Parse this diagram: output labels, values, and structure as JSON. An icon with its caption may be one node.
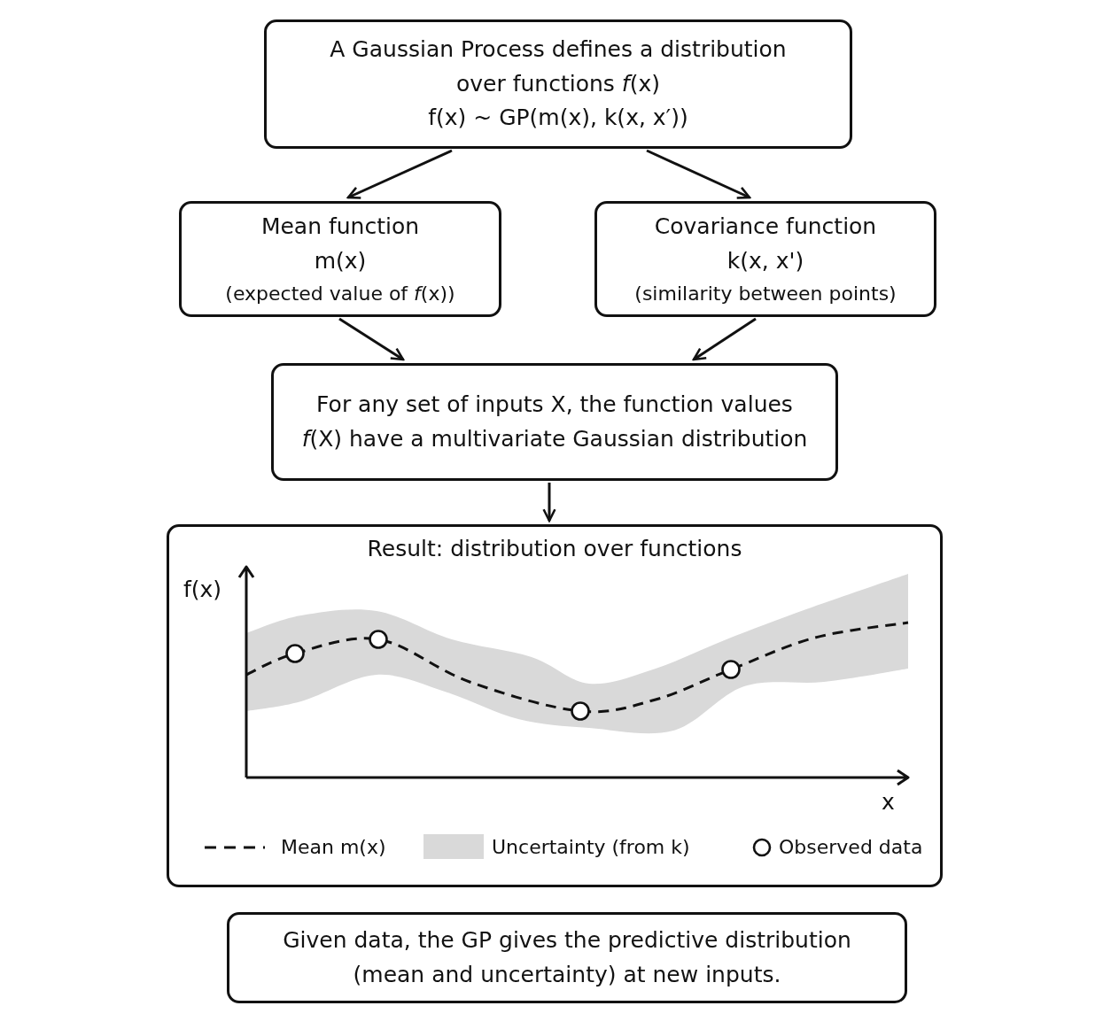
{
  "diagram": {
    "nodes": [
      {
        "text": [
          "A Gaussian Process defines a distribution over functions *f*(x)",
          "f(x) ~ GP(m(x), k(x, x′))"
        ]
      },
      {
        "text": [
          "Mean function",
          "m(x)",
          "(expected value of *f*(x))"
        ]
      },
      {
        "text": [
          "Covariance function",
          "k(x, x')",
          "(similarity between points)"
        ]
      },
      {
        "text": [
          "For any set of inputs X, the function values *f*(X) have a multivariate Gaussian distribution"
        ]
      },
      {
        "text": [
          "Result: distribution over functions"
        ]
      },
      {
        "text": [
          "Given data, the GP gives the predictive distribution (mean and uncertainty) at new inputs."
        ]
      }
    ],
    "edges": [
      {
        "from": 0,
        "to": 1,
        "arrow": "to"
      },
      {
        "from": 0,
        "to": 2,
        "arrow": "to"
      },
      {
        "from": 1,
        "to": 3,
        "arrow": "to"
      },
      {
        "from": 2,
        "to": 3,
        "arrow": "to"
      },
      {
        "from": 3,
        "to": 4,
        "arrow": "to"
      }
    ],
    "labels": [
      "f(x)",
      "x"
    ],
    "legend": [
      {
        "text": "Mean m(x)"
      },
      {
        "text": "Uncertainty (from k)",
        "color": "#d9d9d9"
      },
      {
        "text": "Observed data"
      }
    ]
  }
}
